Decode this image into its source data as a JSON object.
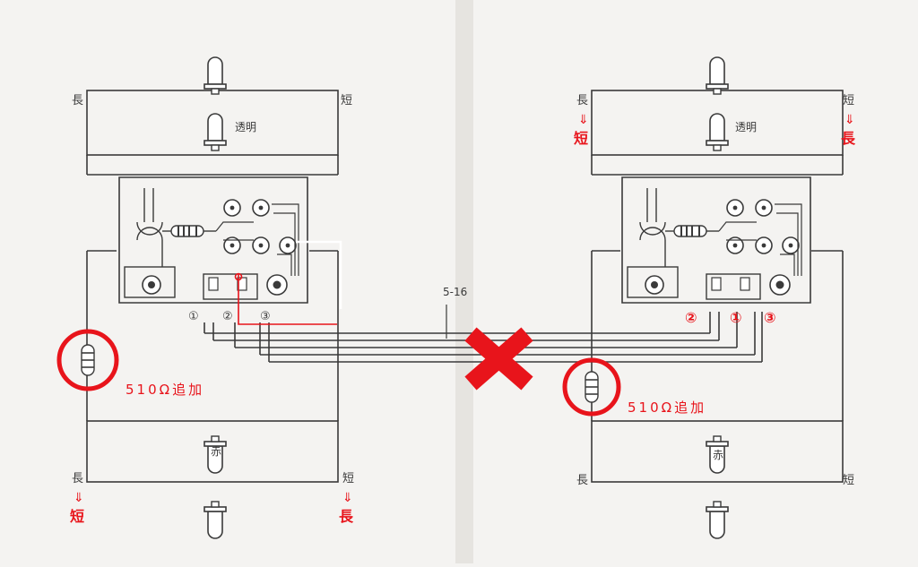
{
  "labels": {
    "long": "長",
    "short": "短",
    "arrow": "⇓",
    "clear": "透明",
    "red": "赤",
    "n1": "①",
    "n2": "②",
    "n3": "③",
    "resistor_note": "510Ω追加",
    "cable_label": "5-16"
  },
  "colors": {
    "paper": "#f4f3f1",
    "ink": "#3a3a3a",
    "accent": "#e8141b",
    "fold": "#e6e4e0"
  },
  "icons": [
    "led-icon",
    "resistor-icon",
    "connector-icon",
    "cross-mark-icon"
  ]
}
